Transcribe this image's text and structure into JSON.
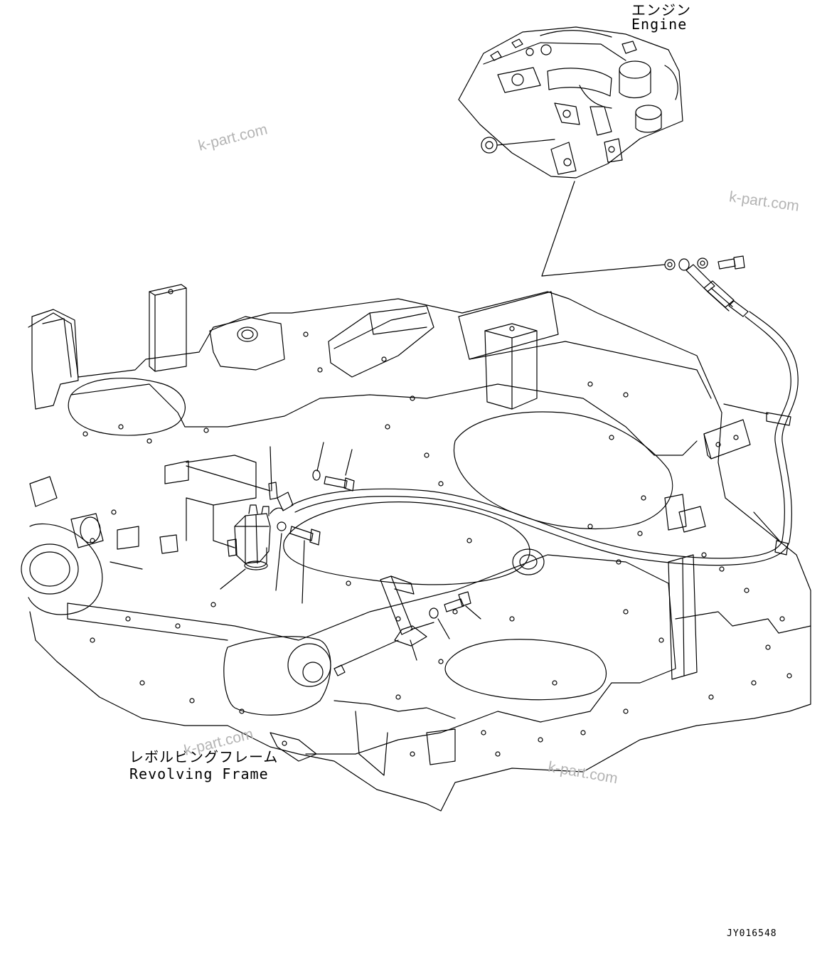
{
  "labels": {
    "engine_jp": "エンジン",
    "engine_en": "Engine",
    "frame_jp": "レボルビングフレーム",
    "frame_en": "Revolving Frame"
  },
  "drawing_code": "JY016548",
  "watermark": "k-part.com",
  "colors": {
    "line": "#000000",
    "watermark": "#b4b4b4",
    "background": "#ffffff"
  }
}
